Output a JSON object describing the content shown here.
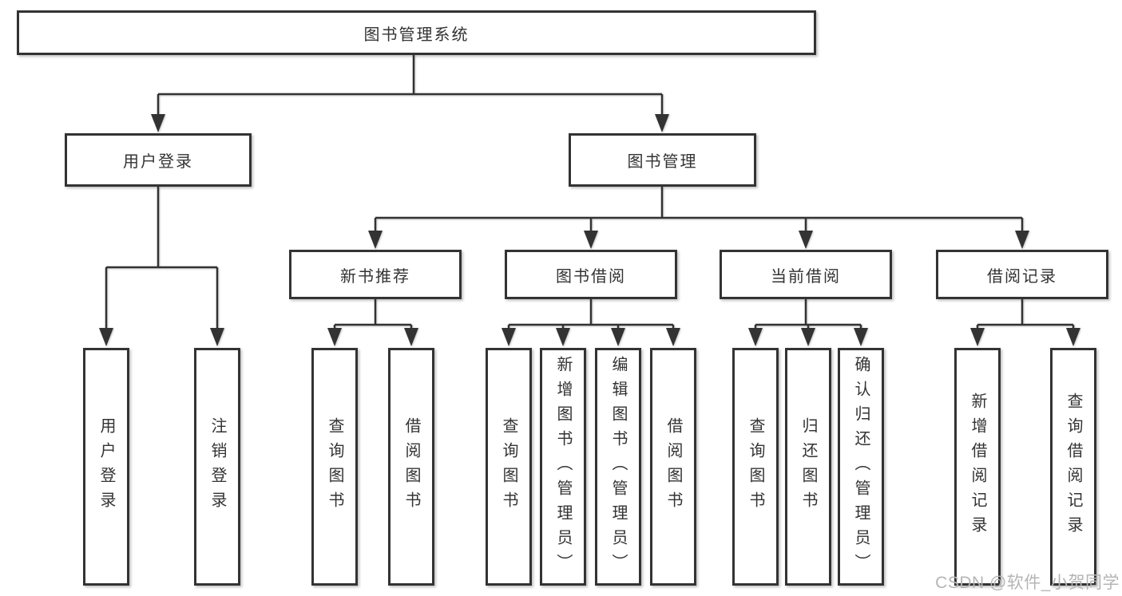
{
  "tree": {
    "root": {
      "label": "图书管理系统"
    },
    "branches": [
      {
        "label": "用户登录",
        "children": [
          {
            "label": "用户登录"
          },
          {
            "label": "注销登录"
          }
        ]
      },
      {
        "label": "图书管理",
        "children": [
          {
            "label": "新书推荐",
            "children": [
              {
                "label": "查询图书"
              },
              {
                "label": "借阅图书"
              }
            ]
          },
          {
            "label": "图书借阅",
            "children": [
              {
                "label": "查询图书"
              },
              {
                "label": "新增图书（管理员）"
              },
              {
                "label": "编辑图书（管理员）"
              },
              {
                "label": "借阅图书"
              }
            ]
          },
          {
            "label": "当前借阅",
            "children": [
              {
                "label": "查询图书"
              },
              {
                "label": "归还图书"
              },
              {
                "label": "确认归还（管理员）"
              }
            ]
          },
          {
            "label": "借阅记录",
            "children": [
              {
                "label": "新增借阅记录"
              },
              {
                "label": "查询借阅记录"
              }
            ]
          }
        ]
      }
    ]
  },
  "watermark": {
    "text": "CSDN @软件_小贺同学"
  },
  "colors": {
    "line": "#333333",
    "text": "#333333",
    "box_background": "#ffffff",
    "watermark": "#b5b5b5",
    "page_background": "#ffffff"
  }
}
